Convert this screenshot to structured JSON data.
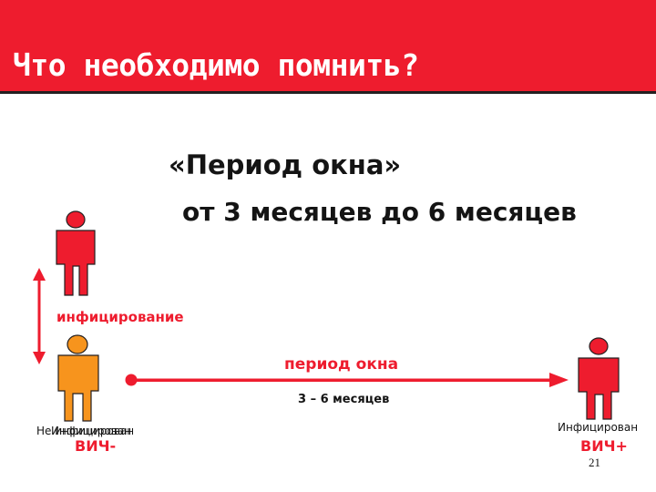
{
  "slide": {
    "title": "Что необходимо помнить?",
    "subtitle": "«Период окна»",
    "duration_text": "от 3 месяцев до 6 месяцев",
    "infection_label": "инфицирование",
    "window_label": "период окна",
    "months_label": "3 – 6 месяцев",
    "left_status_a": "Не инфицирован",
    "left_status_b": "Инфицирован",
    "left_hiv": "ВИЧ-",
    "right_status": "Инфицирован",
    "right_hiv": "ВИЧ+",
    "page_number": "21"
  },
  "colors": {
    "header_red": "#ee1c2e",
    "figure_red": "#ee1c2e",
    "figure_orange": "#f7941d",
    "outline": "#231f20"
  }
}
